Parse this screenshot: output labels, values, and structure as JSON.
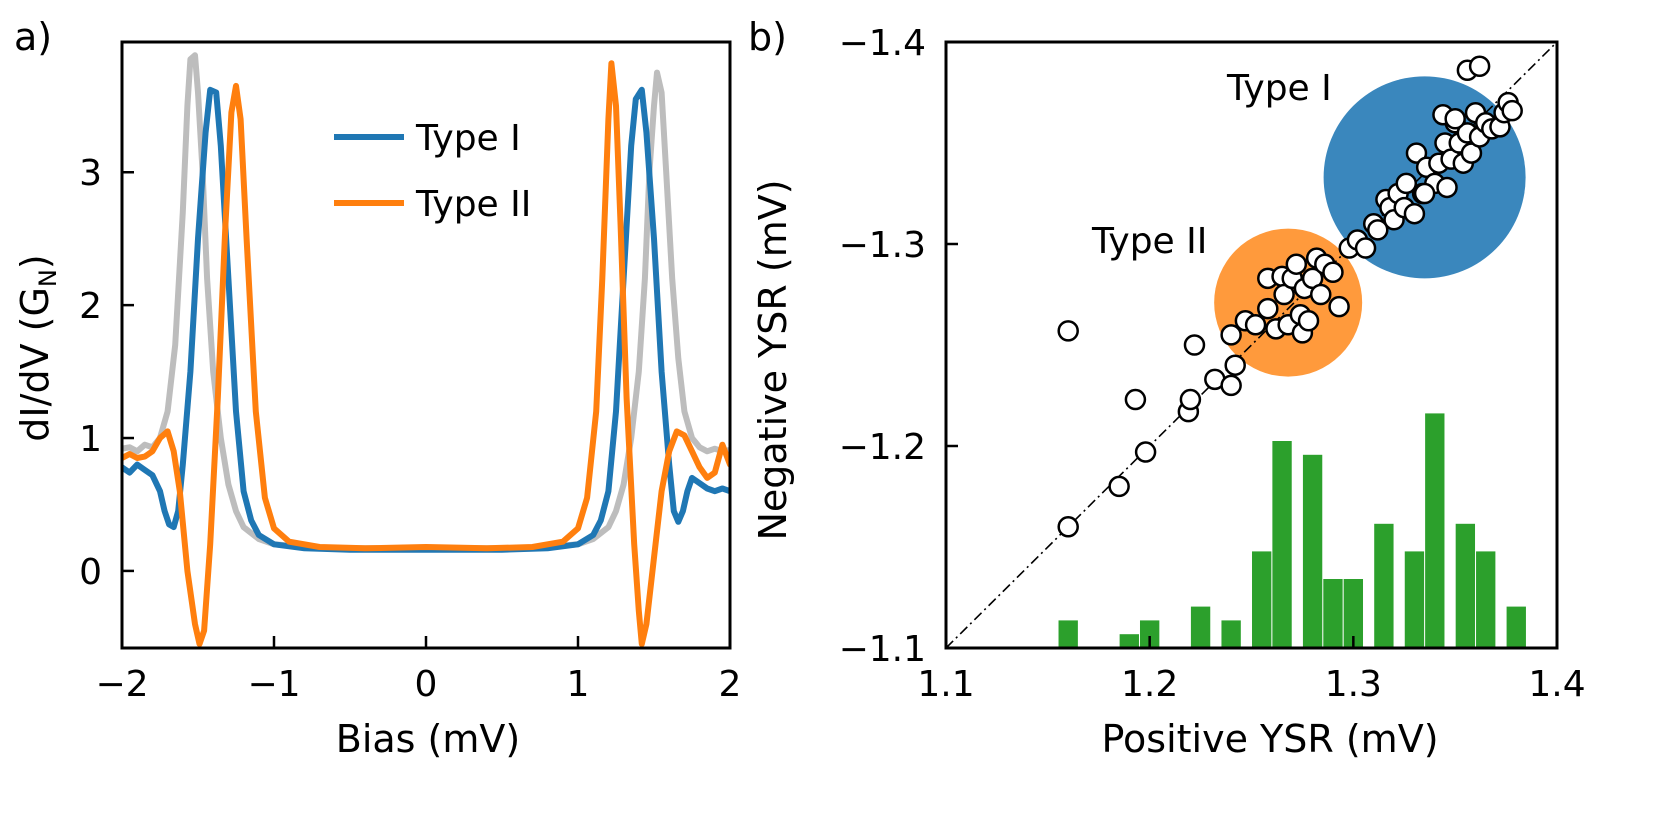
{
  "panel_labels": {
    "a": "a)",
    "b": "b)"
  },
  "chart_data": [
    {
      "panel": "a",
      "type": "line",
      "xlabel": "Bias (mV)",
      "ylabel_main": "dI/dV (G",
      "ylabel_sub": "N",
      "ylabel_close": ")",
      "xlim": [
        -2,
        2
      ],
      "ylim": [
        -0.58,
        3.98
      ],
      "xticks": [
        -2,
        -1,
        0,
        1,
        2
      ],
      "xtick_labels": [
        "−2",
        "−1",
        "0",
        "1",
        "2"
      ],
      "yticks": [
        0,
        1,
        2,
        3
      ],
      "ytick_labels": [
        "0",
        "1",
        "2",
        "3"
      ],
      "grid": false,
      "legend_position": "upper-center",
      "series": [
        {
          "name": "",
          "color": "#bdbdbd",
          "legend": false,
          "points": [
            [
              -2,
              0.92
            ],
            [
              -1.95,
              0.93
            ],
            [
              -1.9,
              0.9
            ],
            [
              -1.85,
              0.95
            ],
            [
              -1.8,
              0.93
            ],
            [
              -1.75,
              1.0
            ],
            [
              -1.7,
              1.2
            ],
            [
              -1.65,
              1.7
            ],
            [
              -1.6,
              2.7
            ],
            [
              -1.57,
              3.5
            ],
            [
              -1.55,
              3.85
            ],
            [
              -1.52,
              3.88
            ],
            [
              -1.5,
              3.6
            ],
            [
              -1.47,
              3.0
            ],
            [
              -1.44,
              2.2
            ],
            [
              -1.4,
              1.5
            ],
            [
              -1.35,
              1.0
            ],
            [
              -1.3,
              0.65
            ],
            [
              -1.25,
              0.45
            ],
            [
              -1.2,
              0.33
            ],
            [
              -1.1,
              0.24
            ],
            [
              -1.0,
              0.2
            ],
            [
              -0.8,
              0.18
            ],
            [
              -0.5,
              0.17
            ],
            [
              0,
              0.17
            ],
            [
              0.5,
              0.17
            ],
            [
              0.8,
              0.18
            ],
            [
              1.0,
              0.2
            ],
            [
              1.1,
              0.24
            ],
            [
              1.2,
              0.33
            ],
            [
              1.25,
              0.45
            ],
            [
              1.3,
              0.65
            ],
            [
              1.35,
              1.0
            ],
            [
              1.4,
              1.5
            ],
            [
              1.44,
              2.2
            ],
            [
              1.47,
              3.0
            ],
            [
              1.5,
              3.5
            ],
            [
              1.52,
              3.75
            ],
            [
              1.55,
              3.6
            ],
            [
              1.58,
              3.0
            ],
            [
              1.62,
              2.2
            ],
            [
              1.66,
              1.6
            ],
            [
              1.7,
              1.2
            ],
            [
              1.75,
              1.0
            ],
            [
              1.8,
              0.93
            ],
            [
              1.85,
              0.9
            ],
            [
              1.9,
              0.92
            ],
            [
              1.95,
              0.9
            ],
            [
              2.0,
              0.91
            ]
          ]
        },
        {
          "name": "Type I",
          "color": "#1f77b4",
          "legend": true,
          "points": [
            [
              -2,
              0.78
            ],
            [
              -1.95,
              0.74
            ],
            [
              -1.9,
              0.8
            ],
            [
              -1.85,
              0.76
            ],
            [
              -1.8,
              0.72
            ],
            [
              -1.75,
              0.6
            ],
            [
              -1.72,
              0.45
            ],
            [
              -1.69,
              0.35
            ],
            [
              -1.66,
              0.33
            ],
            [
              -1.63,
              0.45
            ],
            [
              -1.6,
              0.8
            ],
            [
              -1.55,
              1.5
            ],
            [
              -1.5,
              2.5
            ],
            [
              -1.45,
              3.3
            ],
            [
              -1.42,
              3.62
            ],
            [
              -1.38,
              3.6
            ],
            [
              -1.35,
              3.2
            ],
            [
              -1.3,
              2.2
            ],
            [
              -1.25,
              1.2
            ],
            [
              -1.2,
              0.6
            ],
            [
              -1.15,
              0.38
            ],
            [
              -1.1,
              0.27
            ],
            [
              -1.0,
              0.2
            ],
            [
              -0.8,
              0.17
            ],
            [
              -0.5,
              0.16
            ],
            [
              0,
              0.16
            ],
            [
              0.5,
              0.16
            ],
            [
              0.8,
              0.17
            ],
            [
              1.0,
              0.2
            ],
            [
              1.1,
              0.27
            ],
            [
              1.15,
              0.38
            ],
            [
              1.2,
              0.6
            ],
            [
              1.25,
              1.2
            ],
            [
              1.3,
              2.2
            ],
            [
              1.35,
              3.2
            ],
            [
              1.38,
              3.55
            ],
            [
              1.42,
              3.62
            ],
            [
              1.45,
              3.3
            ],
            [
              1.5,
              2.5
            ],
            [
              1.55,
              1.5
            ],
            [
              1.6,
              0.8
            ],
            [
              1.63,
              0.45
            ],
            [
              1.66,
              0.37
            ],
            [
              1.69,
              0.45
            ],
            [
              1.72,
              0.6
            ],
            [
              1.75,
              0.7
            ],
            [
              1.8,
              0.66
            ],
            [
              1.85,
              0.62
            ],
            [
              1.9,
              0.6
            ],
            [
              1.95,
              0.62
            ],
            [
              2.0,
              0.6
            ]
          ]
        },
        {
          "name": "Type II",
          "color": "#ff7f0e",
          "legend": true,
          "points": [
            [
              -2,
              0.85
            ],
            [
              -1.95,
              0.88
            ],
            [
              -1.9,
              0.85
            ],
            [
              -1.85,
              0.86
            ],
            [
              -1.8,
              0.9
            ],
            [
              -1.75,
              1.0
            ],
            [
              -1.7,
              1.05
            ],
            [
              -1.66,
              0.9
            ],
            [
              -1.62,
              0.6
            ],
            [
              -1.57,
              0.0
            ],
            [
              -1.52,
              -0.4
            ],
            [
              -1.49,
              -0.55
            ],
            [
              -1.46,
              -0.45
            ],
            [
              -1.42,
              0.2
            ],
            [
              -1.37,
              1.3
            ],
            [
              -1.32,
              2.6
            ],
            [
              -1.28,
              3.45
            ],
            [
              -1.25,
              3.65
            ],
            [
              -1.22,
              3.4
            ],
            [
              -1.18,
              2.5
            ],
            [
              -1.12,
              1.2
            ],
            [
              -1.06,
              0.55
            ],
            [
              -1.0,
              0.32
            ],
            [
              -0.9,
              0.22
            ],
            [
              -0.7,
              0.18
            ],
            [
              -0.4,
              0.17
            ],
            [
              0,
              0.18
            ],
            [
              0.4,
              0.17
            ],
            [
              0.7,
              0.18
            ],
            [
              0.9,
              0.22
            ],
            [
              1.0,
              0.32
            ],
            [
              1.06,
              0.55
            ],
            [
              1.12,
              1.2
            ],
            [
              1.16,
              2.2
            ],
            [
              1.2,
              3.4
            ],
            [
              1.22,
              3.82
            ],
            [
              1.25,
              3.5
            ],
            [
              1.28,
              2.6
            ],
            [
              1.32,
              1.3
            ],
            [
              1.37,
              0.2
            ],
            [
              1.4,
              -0.3
            ],
            [
              1.42,
              -0.55
            ],
            [
              1.45,
              -0.4
            ],
            [
              1.5,
              0.1
            ],
            [
              1.55,
              0.6
            ],
            [
              1.6,
              0.9
            ],
            [
              1.65,
              1.05
            ],
            [
              1.7,
              1.02
            ],
            [
              1.75,
              0.9
            ],
            [
              1.8,
              0.78
            ],
            [
              1.85,
              0.7
            ],
            [
              1.9,
              0.74
            ],
            [
              1.95,
              0.95
            ],
            [
              2.0,
              0.8
            ]
          ]
        }
      ]
    },
    {
      "panel": "b",
      "type": "scatter",
      "xlabel": "Positive YSR (mV)",
      "ylabel": "Negative YSR (mV)",
      "xlim": [
        1.1,
        1.4
      ],
      "ylim": [
        -1.1,
        -1.4
      ],
      "xticks": [
        1.1,
        1.2,
        1.3,
        1.4
      ],
      "xtick_labels": [
        "1.1",
        "1.2",
        "1.3",
        "1.4"
      ],
      "yticks": [
        -1.1,
        -1.2,
        -1.3,
        -1.4
      ],
      "ytick_labels": [
        "−1.1",
        "−1.2",
        "−1.3",
        "−1.4"
      ],
      "grid": false,
      "diagonal_line": true,
      "clusters": [
        {
          "label": "Type I",
          "color": "#3a87bd",
          "center": [
            1.335,
            -1.333
          ]
        },
        {
          "label": "Type II",
          "color": "#ff9a3c",
          "center": [
            1.268,
            -1.271
          ]
        }
      ],
      "histogram": {
        "color": "#2ca02c",
        "bin_centers": [
          1.16,
          1.19,
          1.2,
          1.225,
          1.24,
          1.255,
          1.265,
          1.28,
          1.29,
          1.3,
          1.315,
          1.33,
          1.34,
          1.355,
          1.365,
          1.38
        ],
        "heights": [
          1,
          0.5,
          1,
          1.5,
          1,
          3.5,
          7.5,
          7.0,
          2.5,
          2.5,
          4.5,
          3.5,
          8.5,
          4.5,
          3.5,
          1.5
        ]
      },
      "points": [
        [
          1.16,
          -1.16
        ],
        [
          1.16,
          -1.257
        ],
        [
          1.185,
          -1.18
        ],
        [
          1.193,
          -1.223
        ],
        [
          1.198,
          -1.197
        ],
        [
          1.219,
          -1.217
        ],
        [
          1.22,
          -1.223
        ],
        [
          1.222,
          -1.25
        ],
        [
          1.232,
          -1.233
        ],
        [
          1.24,
          -1.23
        ],
        [
          1.24,
          -1.255
        ],
        [
          1.242,
          -1.24
        ],
        [
          1.247,
          -1.262
        ],
        [
          1.252,
          -1.26
        ],
        [
          1.258,
          -1.268
        ],
        [
          1.258,
          -1.283
        ],
        [
          1.262,
          -1.258
        ],
        [
          1.265,
          -1.284
        ],
        [
          1.266,
          -1.275
        ],
        [
          1.268,
          -1.26
        ],
        [
          1.27,
          -1.283
        ],
        [
          1.272,
          -1.29
        ],
        [
          1.274,
          -1.265
        ],
        [
          1.275,
          -1.256
        ],
        [
          1.276,
          -1.278
        ],
        [
          1.278,
          -1.262
        ],
        [
          1.28,
          -1.283
        ],
        [
          1.282,
          -1.293
        ],
        [
          1.284,
          -1.275
        ],
        [
          1.286,
          -1.29
        ],
        [
          1.29,
          -1.286
        ],
        [
          1.293,
          -1.269
        ],
        [
          1.298,
          -1.298
        ],
        [
          1.302,
          -1.302
        ],
        [
          1.306,
          -1.298
        ],
        [
          1.31,
          -1.31
        ],
        [
          1.312,
          -1.307
        ],
        [
          1.316,
          -1.322
        ],
        [
          1.318,
          -1.318
        ],
        [
          1.32,
          -1.312
        ],
        [
          1.322,
          -1.325
        ],
        [
          1.325,
          -1.318
        ],
        [
          1.326,
          -1.33
        ],
        [
          1.33,
          -1.315
        ],
        [
          1.331,
          -1.345
        ],
        [
          1.334,
          -1.325
        ],
        [
          1.336,
          -1.338
        ],
        [
          1.34,
          -1.33
        ],
        [
          1.342,
          -1.34
        ],
        [
          1.345,
          -1.35
        ],
        [
          1.346,
          -1.328
        ],
        [
          1.348,
          -1.342
        ],
        [
          1.35,
          -1.36
        ],
        [
          1.352,
          -1.35
        ],
        [
          1.354,
          -1.34
        ],
        [
          1.356,
          -1.355
        ],
        [
          1.358,
          -1.345
        ],
        [
          1.36,
          -1.365
        ],
        [
          1.362,
          -1.353
        ],
        [
          1.365,
          -1.36
        ],
        [
          1.368,
          -1.357
        ],
        [
          1.372,
          -1.358
        ],
        [
          1.374,
          -1.365
        ],
        [
          1.376,
          -1.37
        ],
        [
          1.378,
          -1.366
        ],
        [
          1.344,
          -1.364
        ],
        [
          1.35,
          -1.362
        ],
        [
          1.356,
          -1.386
        ],
        [
          1.362,
          -1.388
        ],
        [
          1.335,
          -1.325
        ]
      ]
    }
  ]
}
